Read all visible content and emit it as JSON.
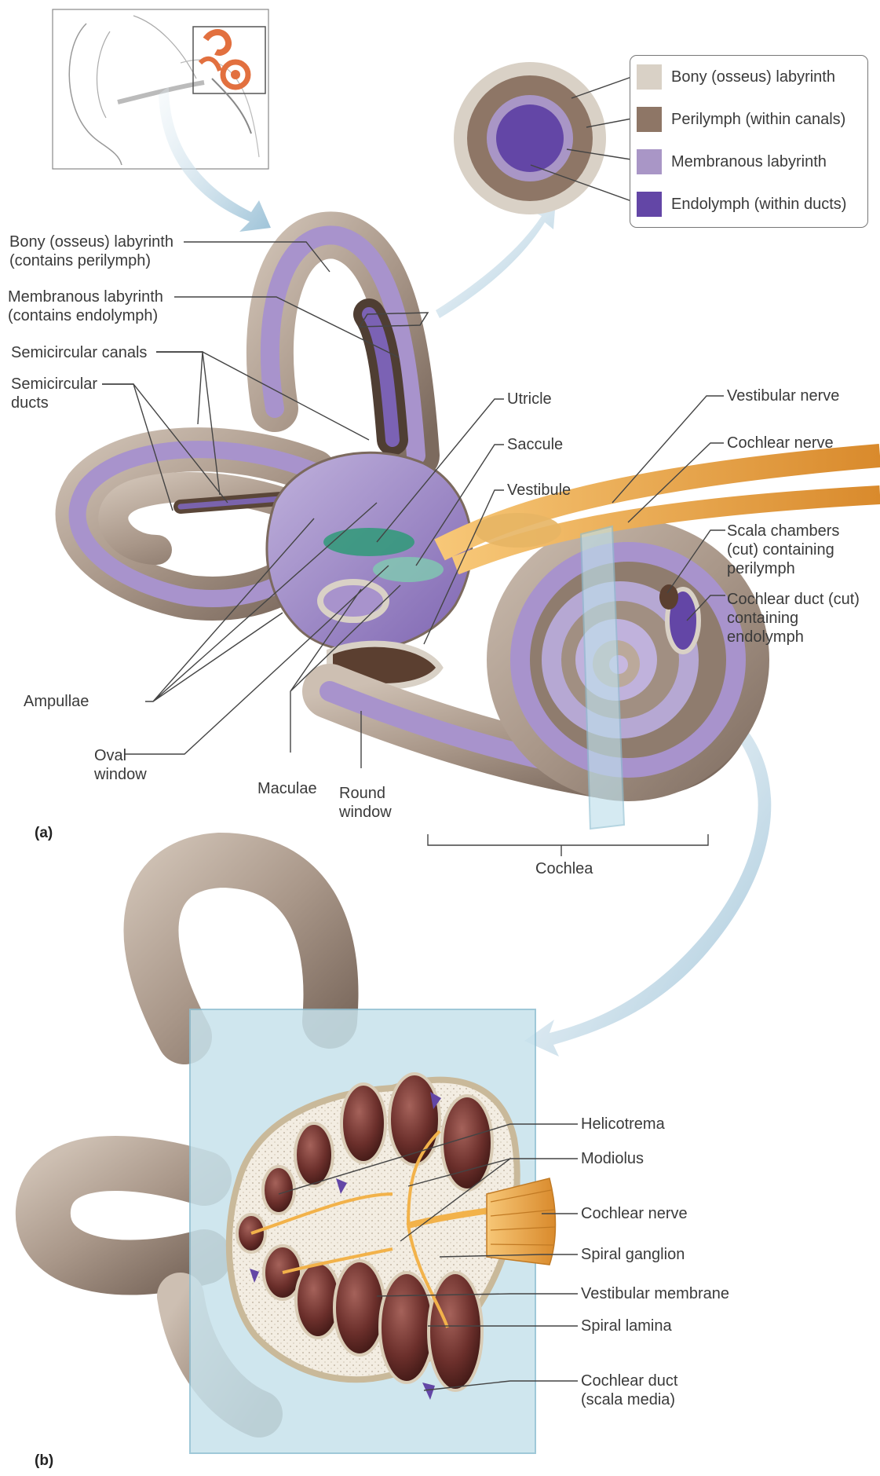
{
  "legend": {
    "items": [
      {
        "label": "Bony (osseus) labyrinth",
        "color": "#d9d1c6"
      },
      {
        "label": "Perilymph (within canals)",
        "color": "#8e7666"
      },
      {
        "label": "Membranous labyrinth",
        "color": "#a996c6"
      },
      {
        "label": "Endolymph (within ducts)",
        "color": "#6346a6"
      }
    ]
  },
  "panel_a": {
    "letter": "(a)",
    "labels": {
      "bony_labyrinth": "Bony (osseus) labyrinth\n(contains perilymph)",
      "membranous_labyrinth": "Membranous labyrinth\n(contains endolymph)",
      "semicircular_canals": "Semicircular canals",
      "semicircular_ducts": "Semicircular\nducts",
      "utricle": "Utricle",
      "saccule": "Saccule",
      "vestibule": "Vestibule",
      "vestibular_nerve": "Vestibular nerve",
      "cochlear_nerve": "Cochlear nerve",
      "scala_chambers": "Scala chambers\n(cut) containing\nperilymph",
      "cochlear_duct": "Cochlear duct (cut)\ncontaining\nendolymph",
      "ampullae": "Ampullae",
      "oval_window": "Oval\nwindow",
      "maculae": "Maculae",
      "round_window": "Round\nwindow",
      "cochlea": "Cochlea"
    }
  },
  "panel_b": {
    "letter": "(b)",
    "labels": {
      "helicotrema": "Helicotrema",
      "modiolus": "Modiolus",
      "cochlear_nerve": "Cochlear nerve",
      "spiral_ganglion": "Spiral ganglion",
      "vestibular_membrane": "Vestibular membrane",
      "spiral_lamina": "Spiral lamina",
      "cochlear_duct": "Cochlear duct\n(scala media)"
    }
  },
  "colors": {
    "bone": "#b5a597",
    "membrane": "#9d86c4",
    "endolymph": "#6346a6",
    "macula": "#2f9a78",
    "nerve": "#e9a64a",
    "glass": "#bfe0ec",
    "chamber": "#6a2e2a"
  }
}
